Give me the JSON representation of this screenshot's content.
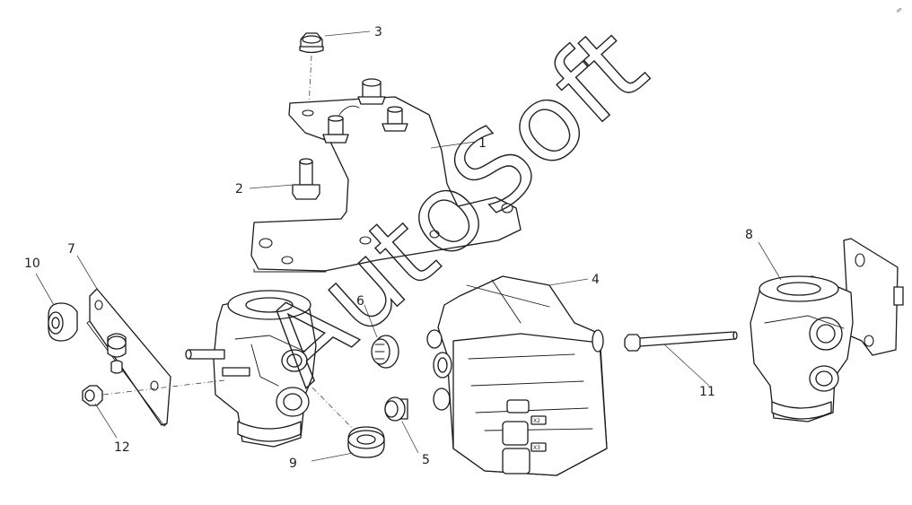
{
  "diagram": {
    "watermark": "AutoSoft",
    "corner_mark": "ᵃᵒ"
  },
  "callouts": [
    {
      "id": "c1",
      "label": "1"
    },
    {
      "id": "c2",
      "label": "2"
    },
    {
      "id": "c3",
      "label": "3"
    },
    {
      "id": "c4",
      "label": "4"
    },
    {
      "id": "c5",
      "label": "5"
    },
    {
      "id": "c6",
      "label": "6"
    },
    {
      "id": "c7",
      "label": "7"
    },
    {
      "id": "c8",
      "label": "8"
    },
    {
      "id": "c9",
      "label": "9"
    },
    {
      "id": "c10",
      "label": "10"
    },
    {
      "id": "c11",
      "label": "11"
    },
    {
      "id": "c12",
      "label": "12"
    }
  ],
  "ecu_labels": {
    "x2": "X2",
    "x3": "X3"
  }
}
